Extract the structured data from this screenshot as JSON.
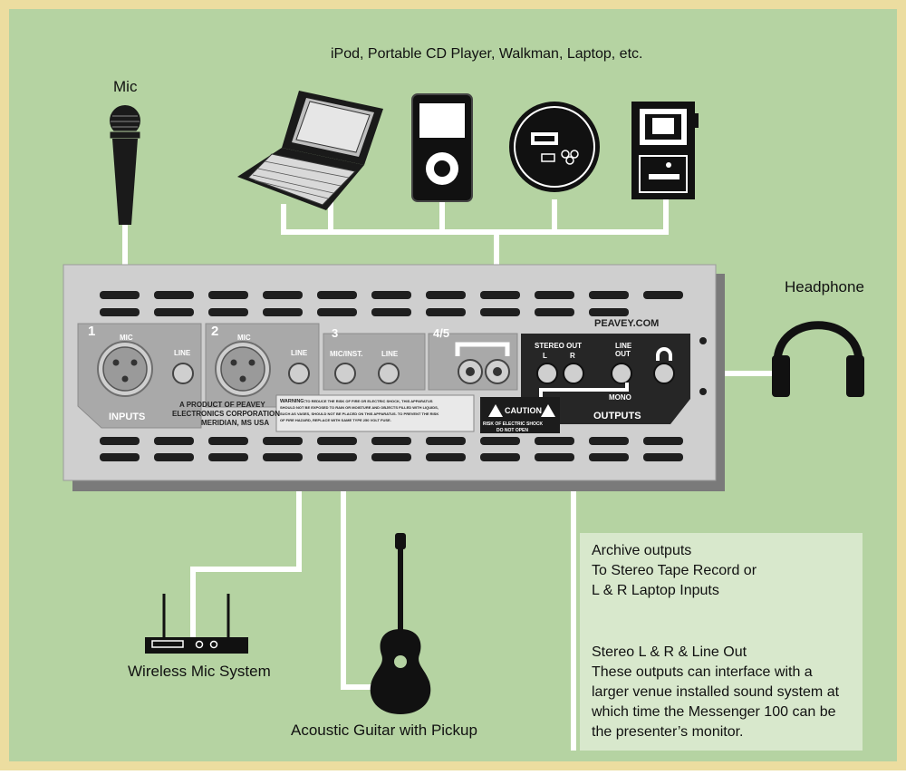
{
  "header": {
    "sources_label": "iPod, Portable CD Player, Walkman, Laptop, etc."
  },
  "labels": {
    "mic": "Mic",
    "headphone": "Headphone",
    "wireless": "Wireless Mic System",
    "guitar": "Acoustic Guitar with Pickup"
  },
  "panel": {
    "brand": "PEAVEY.COM",
    "ch1": "1",
    "ch2": "2",
    "ch3": "3",
    "ch45": "4/5",
    "mic": "MIC",
    "line": "LINE",
    "mic_inst": "MIC/INST.",
    "inputs": "INPUTS",
    "outputs": "OUTPUTS",
    "stereo_out": "STEREO OUT",
    "l": "L",
    "r": "R",
    "line_out_1": "LINE",
    "line_out_2": "OUT",
    "mono": "MONO",
    "maker_1": "A PRODUCT OF PEAVEY",
    "maker_2": "ELECTRONICS CORPORATION",
    "maker_3": "MERIDIAN, MS USA",
    "warning_title": "WARNING:",
    "warning_1": "TO REDUCE THE RISK OF FIRE OR ELECTRIC SHOCK, THIS APPARATUS",
    "warning_2": "SHOULD NOT BE EXPOSED TO RAIN OR MOISTURE AND OBJECTS FILLED WITH LIQUIDS,",
    "warning_3": "SUCH AS VASES, SHOULD NOT BE PLACED ON THIS APPARATUS. TO PREVENT THE RISK",
    "warning_4": "OF FIRE HAZARD, REPLACE WITH SAME TYPE 250 VOLT FUSE.",
    "caution": "CAUTION",
    "caution_1": "RISK OF ELECTRIC SHOCK",
    "caution_2": "DO NOT OPEN"
  },
  "info": {
    "archive_1": "Archive outputs",
    "archive_2": "To Stereo Tape Record or",
    "archive_3": "L & R Laptop Inputs",
    "stereo_1": "Stereo L & R & Line Out",
    "stereo_2": "These outputs can interface with a",
    "stereo_3": "larger venue installed sound system at",
    "stereo_4": "which time the Messenger 100 can be",
    "stereo_5": "the presenter’s monitor."
  },
  "colors": {
    "border": "#ecdda0",
    "background": "#b5d3a2",
    "panel": "#cfcfcf",
    "panel_recess": "#a9a9a9",
    "output_panel": "#262626",
    "info_box": "#d8e8cc",
    "cable": "#ffffff"
  }
}
